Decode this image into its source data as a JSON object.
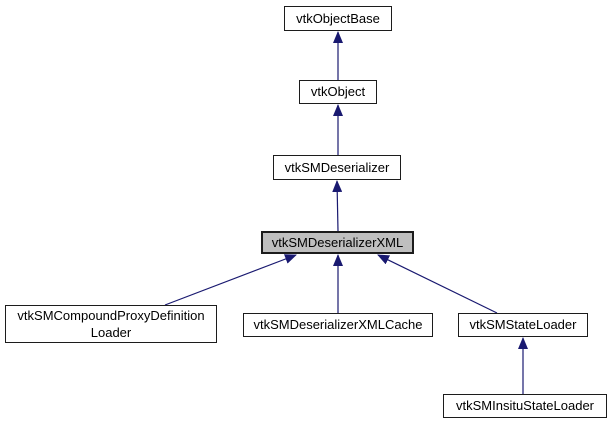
{
  "diagram": {
    "type": "inheritance-graph",
    "nodes": [
      {
        "id": "vtkObjectBase",
        "label": "vtkObjectBase",
        "highlighted": false
      },
      {
        "id": "vtkObject",
        "label": "vtkObject",
        "highlighted": false
      },
      {
        "id": "vtkSMDeserializer",
        "label": "vtkSMDeserializer",
        "highlighted": false
      },
      {
        "id": "vtkSMDeserializerXML",
        "label": "vtkSMDeserializerXML",
        "highlighted": true
      },
      {
        "id": "vtkSMCompoundProxyDefinitionLoader",
        "label_line1": "vtkSMCompoundProxyDefinition",
        "label_line2": "Loader",
        "highlighted": false
      },
      {
        "id": "vtkSMDeserializerXMLCache",
        "label": "vtkSMDeserializerXMLCache",
        "highlighted": false
      },
      {
        "id": "vtkSMStateLoader",
        "label": "vtkSMStateLoader",
        "highlighted": false
      },
      {
        "id": "vtkSMInsituStateLoader",
        "label": "vtkSMInsituStateLoader",
        "highlighted": false
      }
    ],
    "edges": [
      {
        "from": "vtkObject",
        "to": "vtkObjectBase"
      },
      {
        "from": "vtkSMDeserializer",
        "to": "vtkObject"
      },
      {
        "from": "vtkSMDeserializerXML",
        "to": "vtkSMDeserializer"
      },
      {
        "from": "vtkSMCompoundProxyDefinitionLoader",
        "to": "vtkSMDeserializerXML"
      },
      {
        "from": "vtkSMDeserializerXMLCache",
        "to": "vtkSMDeserializerXML"
      },
      {
        "from": "vtkSMStateLoader",
        "to": "vtkSMDeserializerXML"
      },
      {
        "from": "vtkSMInsituStateLoader",
        "to": "vtkSMStateLoader"
      }
    ],
    "colors": {
      "arrow": "#191970",
      "node_border": "#1c1c1c",
      "node_fill": "#ffffff",
      "highlight_fill": "#bfbfbf",
      "background": "#ffffff",
      "text": "#000000"
    }
  }
}
